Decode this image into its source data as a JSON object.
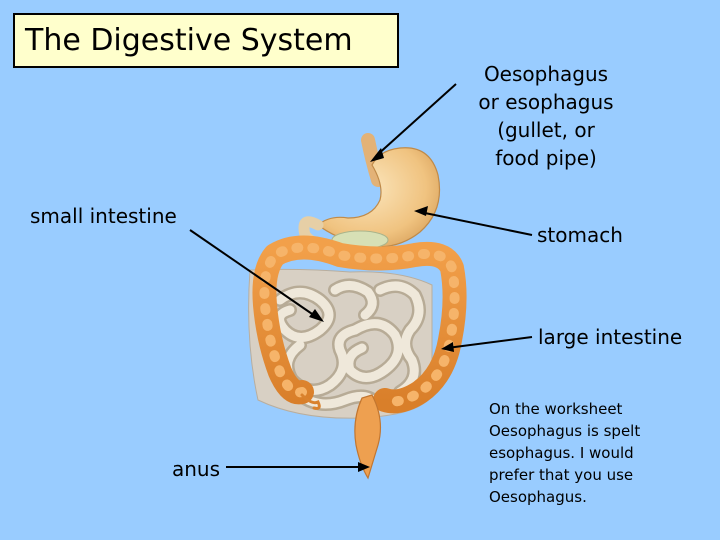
{
  "title": "The Digestive System",
  "labels": {
    "oesophagus": [
      "Oesophagus",
      "or esophagus",
      "(gullet, or",
      "food pipe)"
    ],
    "small_intestine": "small intestine",
    "stomach": "stomach",
    "large_intestine": "large intestine",
    "anus": "anus"
  },
  "note": [
    "On the worksheet",
    "Oesophagus is spelt",
    "esophagus.  I would",
    "prefer that you use",
    "Oesophagus."
  ],
  "colors": {
    "background": "#99ccff",
    "title_fill": "#ffffcc",
    "stomach": "#f2c98a",
    "large_intestine": "#e8953a",
    "small_intestine": "#ece4d2"
  }
}
